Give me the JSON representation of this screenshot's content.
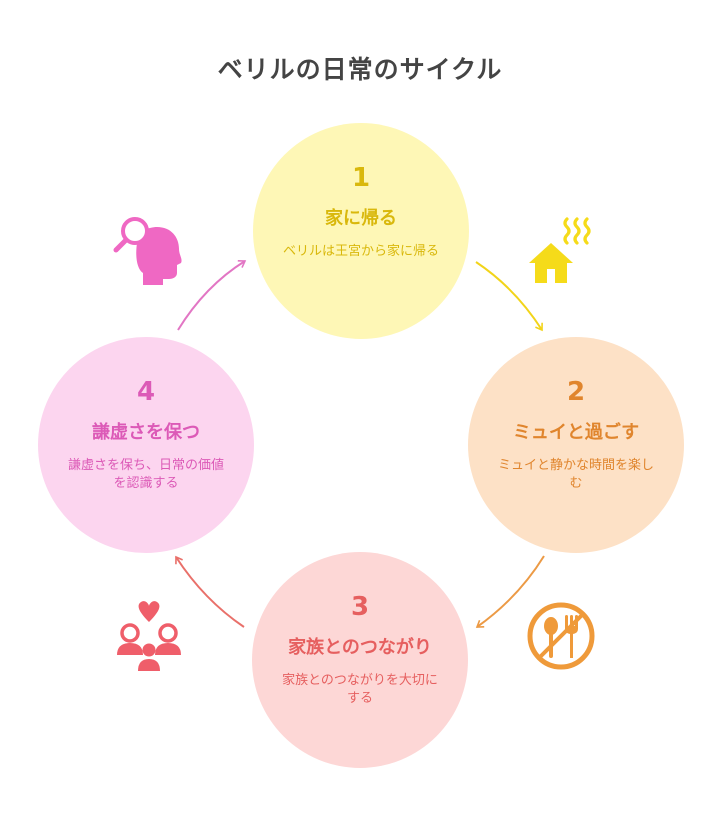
{
  "title": "ベリルの日常のサイクル",
  "nodes": [
    {
      "number": "1",
      "heading": "家に帰る",
      "description": "ベリルは王宮から家に帰る",
      "color": "#d9b80c",
      "fill": "#fef7b6"
    },
    {
      "number": "2",
      "heading": "ミュイと過ごす",
      "description": "ミュイと静かな時間を楽しむ",
      "color": "#e0852d",
      "fill": "#fde1c6"
    },
    {
      "number": "3",
      "heading": "家族とのつながり",
      "description": "家族とのつながりを大切にする",
      "color": "#e65f5f",
      "fill": "#fdd7d6"
    },
    {
      "number": "4",
      "heading": "謙虚さを保つ",
      "description": "謙虚さを保ち、日常の価値を認識する",
      "color": "#dc5ab7",
      "fill": "#fcd5ef"
    }
  ],
  "icons": [
    "house-steam-icon",
    "fork-spoon-icon",
    "family-heart-icon",
    "head-magnifier-icon"
  ]
}
